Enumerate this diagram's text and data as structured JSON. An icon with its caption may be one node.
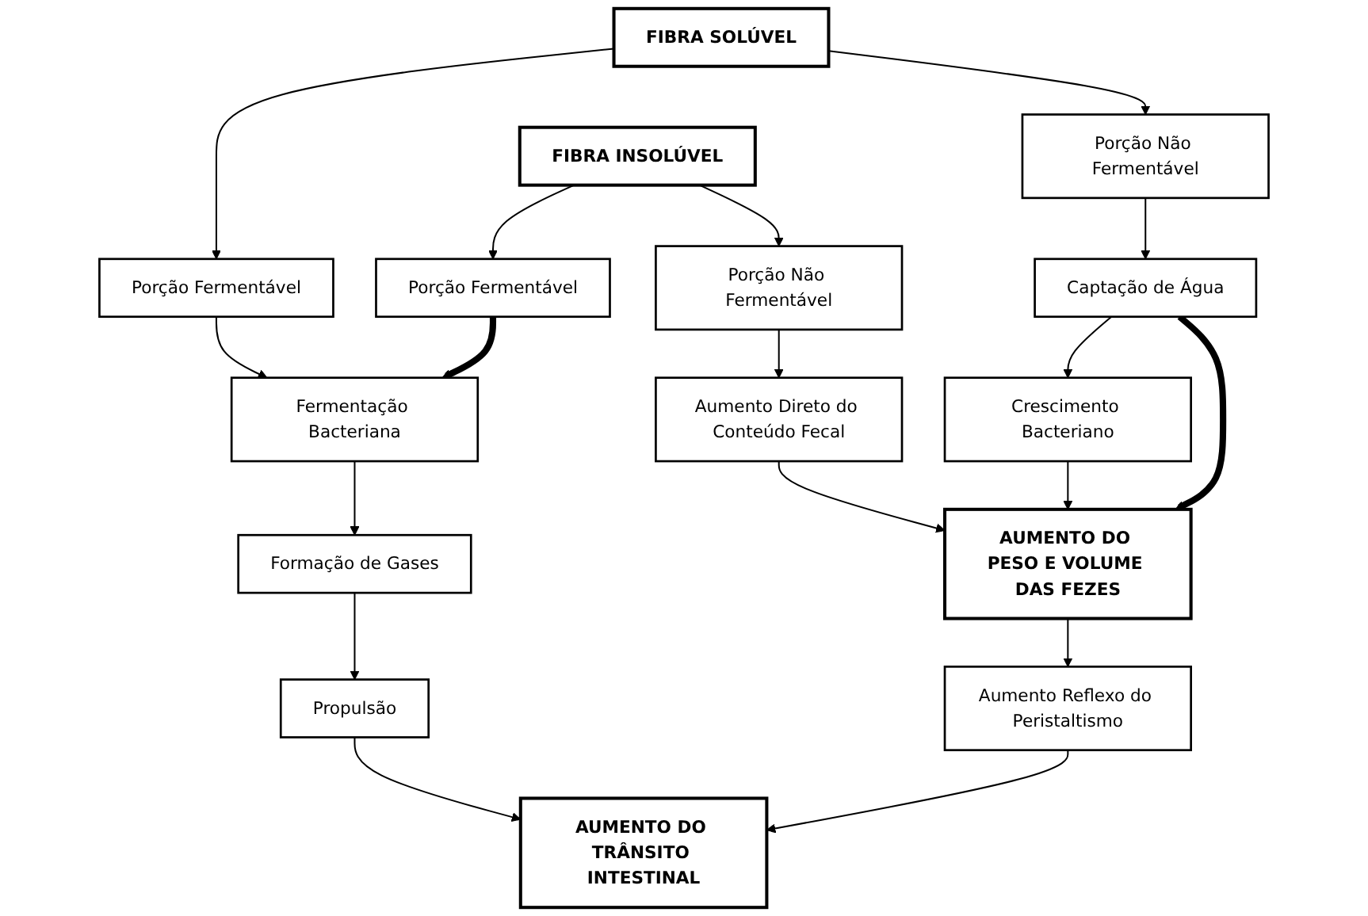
{
  "diagram": {
    "nodes": [
      {
        "text": [
          "FIBRA SOLÚVEL"
        ]
      },
      {
        "text": [
          "FIBRA INSOLÚVEL"
        ]
      },
      {
        "text": [
          "Porção Fermentável"
        ]
      },
      {
        "text": [
          "Porção Não Fermentável"
        ]
      },
      {
        "text": [
          "Porção Fermentável"
        ]
      },
      {
        "text": [
          "Porção Não Fermentável"
        ]
      },
      {
        "text": [
          "Fermentação Bacteriana"
        ]
      },
      {
        "text": [
          "Captação de Água"
        ]
      },
      {
        "text": [
          "Aumento Direto do Conteúdo Fecal"
        ]
      },
      {
        "text": [
          "Formação de Gases"
        ]
      },
      {
        "text": [
          "Crescimento Bacteriano"
        ]
      },
      {
        "text": [
          "AUMENTO DO PESO E VOLUME DAS FEZES"
        ]
      },
      {
        "text": [
          "Propulsão"
        ]
      },
      {
        "text": [
          "Aumento Reflexo do Peristaltismo"
        ]
      },
      {
        "text": [
          "AUMENTO DO TRÂNSITO INTESTINAL"
        ]
      }
    ],
    "edges": [
      {
        "from": 0,
        "to": 2,
        "arrow": "to"
      },
      {
        "from": 0,
        "to": 3,
        "arrow": "to"
      },
      {
        "from": 1,
        "to": 4,
        "arrow": "to"
      },
      {
        "from": 1,
        "to": 5,
        "arrow": "to"
      },
      {
        "from": 2,
        "to": 6,
        "arrow": "to"
      },
      {
        "from": 3,
        "to": 7,
        "arrow": "to"
      },
      {
        "from": 4,
        "to": 6,
        "arrow": "to",
        "style": "thick"
      },
      {
        "from": 5,
        "to": 8,
        "arrow": "to"
      },
      {
        "from": 6,
        "to": 9,
        "arrow": "to"
      },
      {
        "from": 7,
        "to": 10,
        "arrow": "to"
      },
      {
        "from": 7,
        "to": 11,
        "arrow": "to",
        "style": "thick"
      },
      {
        "from": 8,
        "to": 11,
        "arrow": "to"
      },
      {
        "from": 10,
        "to": 11,
        "arrow": "to"
      },
      {
        "from": 9,
        "to": 12,
        "arrow": "to"
      },
      {
        "from": 11,
        "to": 13,
        "arrow": "to"
      },
      {
        "from": 12,
        "to": 14,
        "arrow": "to"
      },
      {
        "from": 13,
        "to": 14,
        "arrow": "to"
      }
    ]
  }
}
